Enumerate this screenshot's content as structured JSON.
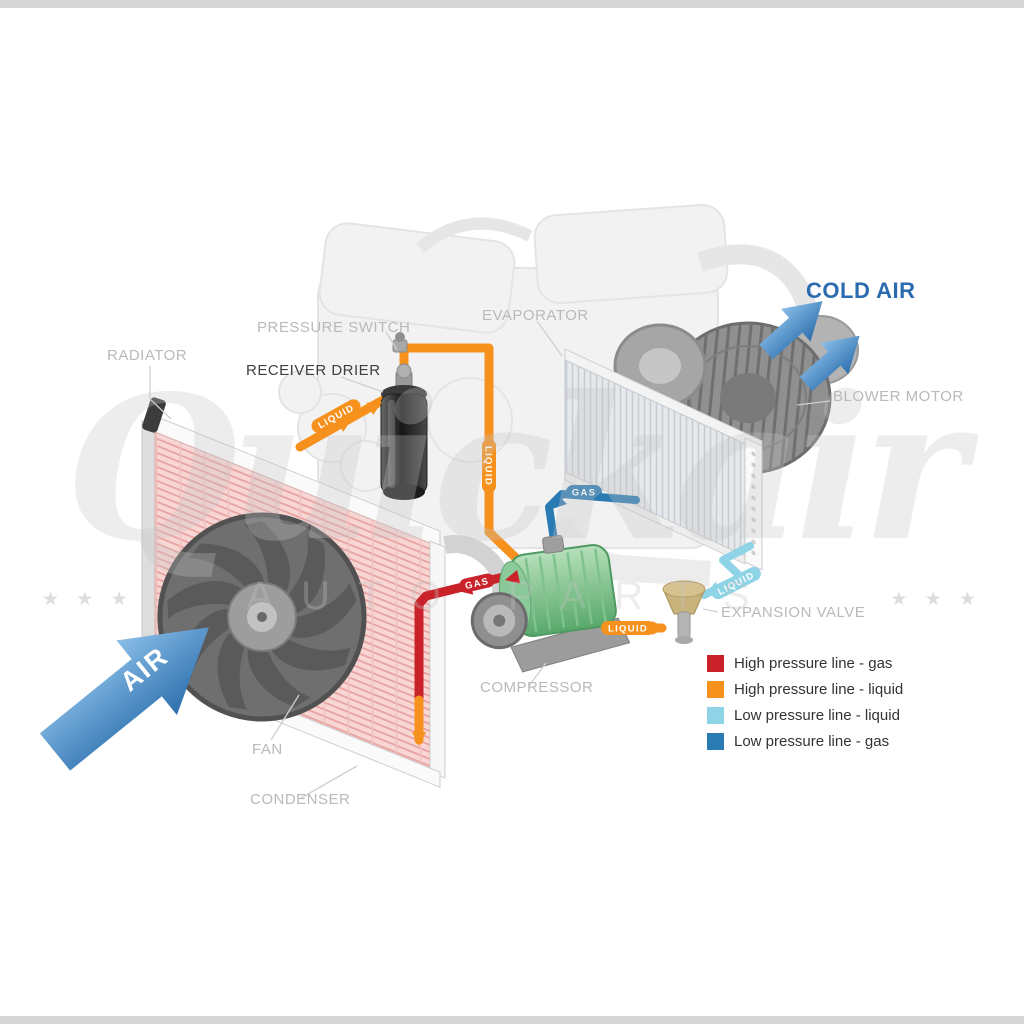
{
  "page": {
    "background": "#ffffff",
    "border_bar_color": "#d6d6d6"
  },
  "watermark": {
    "brand": "Quickair",
    "subtitle": "AUTO PARTS",
    "stars_left": "★ ★ ★",
    "stars_right": "★ ★ ★"
  },
  "diagram": {
    "subject": "Automotive A/C refrigerant system",
    "component_labels": {
      "radiator": "RADIATOR",
      "pressure_switch": "PRESSURE SWITCH",
      "receiver_drier": "RECEIVER DRIER",
      "evaporator": "EVAPORATOR",
      "blower_motor": "BLOWER MOTOR",
      "expansion_valve": "EXPANSION VALVE",
      "compressor": "COMPRESSOR",
      "fan": "FAN",
      "condenser": "CONDENSER"
    },
    "flow_labels": {
      "cold_air": "COLD AIR",
      "air": "AIR",
      "liquid_condenser_to_drier": "LIQUID",
      "liquid_drier_down": "LIQUID",
      "gas_high_pressure": "GAS",
      "gas_low_pressure": "GAS",
      "liquid_low_pressure": "LIQUID",
      "liquid_to_expansion_valve": "LIQUID"
    },
    "legend": {
      "items": [
        {
          "label": "High pressure line - gas",
          "color": "#c9222a"
        },
        {
          "label": "High pressure line - liquid",
          "color": "#f6911e"
        },
        {
          "label": "Low pressure line - liquid",
          "color": "#8ed3e6"
        },
        {
          "label": "Low pressure line - gas",
          "color": "#2a7ab4"
        }
      ]
    }
  }
}
